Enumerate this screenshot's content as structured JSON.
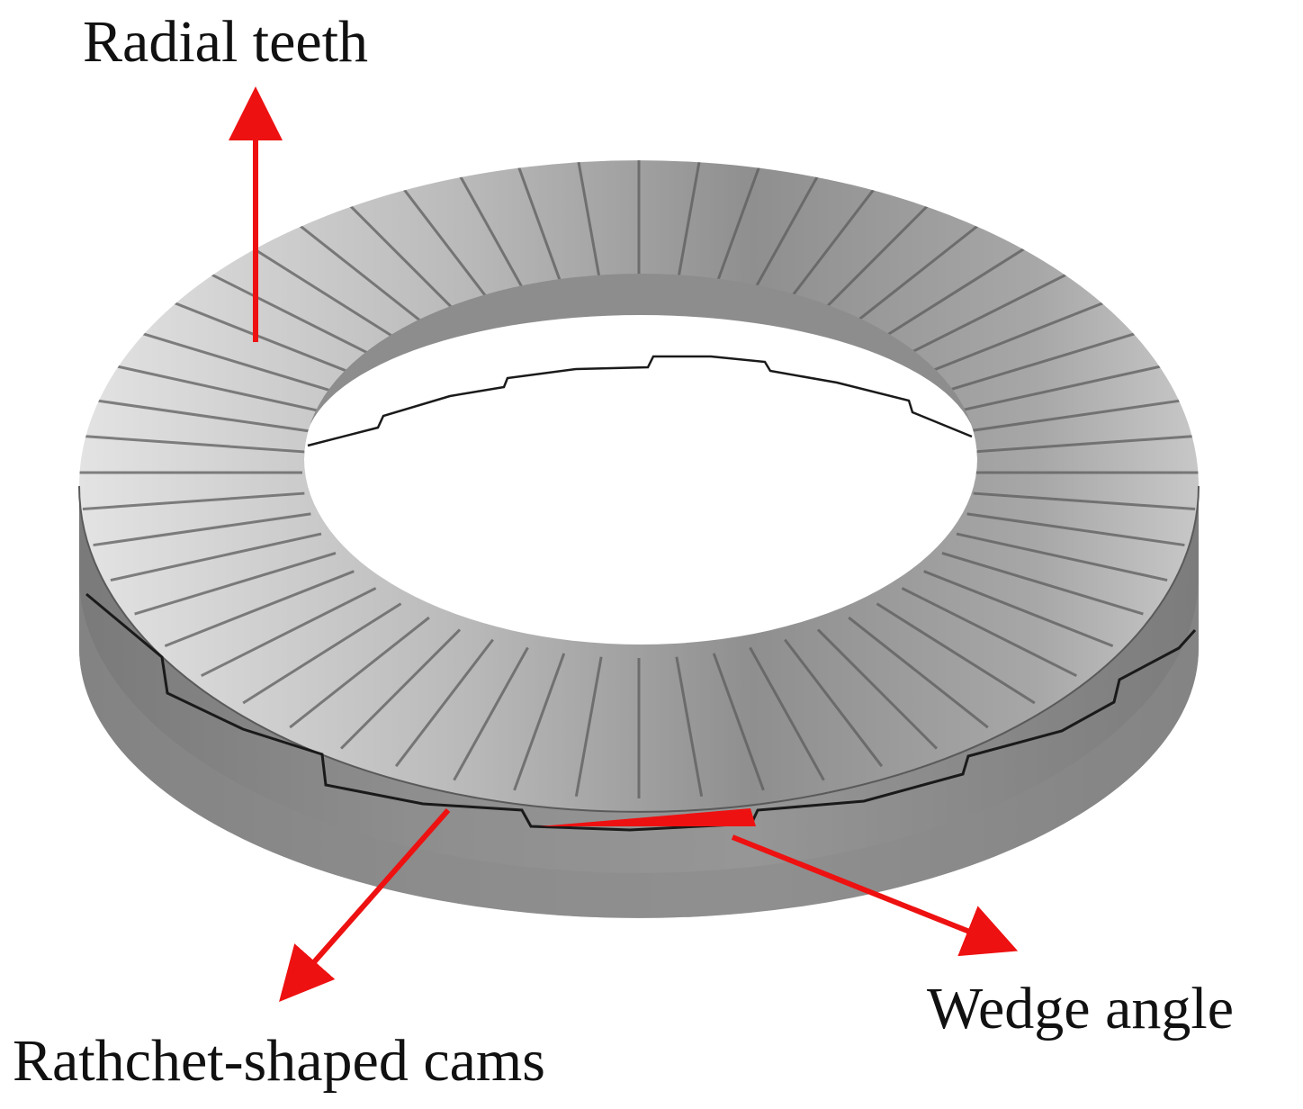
{
  "labels": {
    "radial_teeth": "Radial teeth",
    "wedge_angle": "Wedge angle",
    "cams": "Rathchet-shaped cams"
  },
  "colors": {
    "arrow": "#ee1111",
    "metal_light": "#d6d6d6",
    "metal_mid": "#9a9a9a",
    "metal_dark": "#6e6e6e",
    "seam": "#1a1a1a"
  },
  "washer": {
    "radial_tooth_count": 56
  }
}
